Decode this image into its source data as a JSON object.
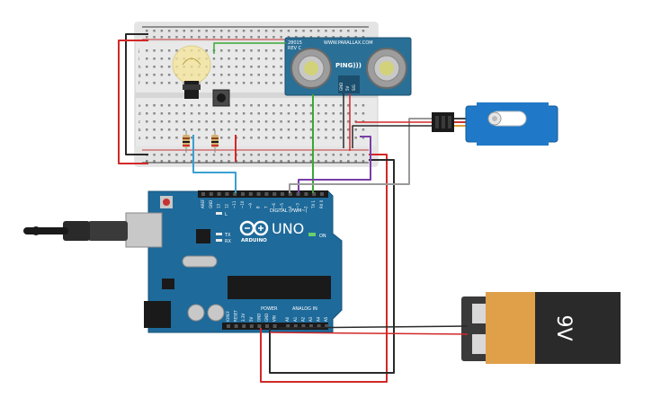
{
  "arduino": {
    "model_label": "UNO",
    "brand_label": "ARDUINO",
    "digital_header_label": "DIGITAL (PWM~)",
    "power_label": "POWER",
    "analog_label": "ANALOG IN",
    "on_label": "ON",
    "l_label": "L",
    "tx_label": "TX",
    "rx_label": "RX",
    "digital_pins": [
      "AREF",
      "GND",
      "13",
      "12",
      "~11",
      "~10",
      "~9",
      "8",
      "7",
      "~6",
      "~5",
      "4",
      "~3",
      "2",
      "TX 1",
      "RX 0"
    ],
    "power_pins": [
      "IOREF",
      "RESET",
      "3.3V",
      "5V",
      "GND",
      "GND",
      "VIN"
    ],
    "analog_pins": [
      "A0",
      "A1",
      "A2",
      "A3",
      "A4",
      "A5"
    ]
  },
  "sensor": {
    "model_label": "PING)))",
    "code_label": "28015",
    "rev_label": "REV C",
    "brand_label": "WWW.PARALLAX.COM",
    "pins": [
      "GND",
      "5V",
      "SIG"
    ]
  },
  "battery": {
    "label": "9V"
  },
  "breadboard": {
    "row_labels": [
      "j",
      "i",
      "h",
      "g",
      "f",
      "e",
      "d",
      "c",
      "b",
      "a"
    ]
  },
  "colors": {
    "board_blue": "#1e6a9a",
    "breadboard": "#e6e6e6",
    "sensor_blue": "#2a6f96",
    "servo_blue": "#1f79c8",
    "wire_red": "#d22828",
    "wire_black": "#2a2a2a",
    "wire_green": "#3aa835",
    "wire_blue": "#3aa0d2",
    "wire_purple": "#7a3ea8",
    "wire_gray": "#9a9a9a",
    "battery_orange": "#e0a04a"
  }
}
